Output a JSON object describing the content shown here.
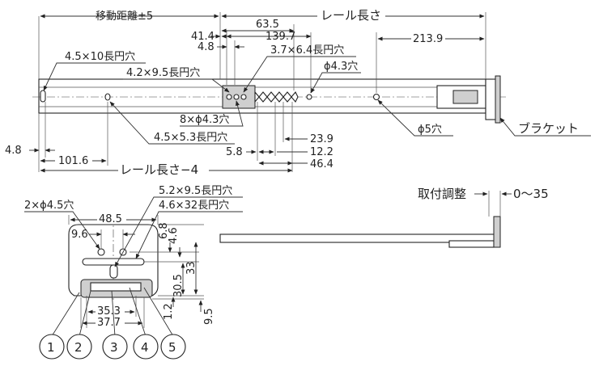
{
  "top_view": {
    "travel_label": "移動距離±5",
    "rail_length_label": "レール長さ",
    "dim_63_5": "63.5",
    "dim_41_4": "41.4",
    "dim_139_7": "139.7",
    "dim_4_8_top": "4.8",
    "dim_213_9": "213.9",
    "slot_4_5x10": "4.5×10長円穴",
    "slot_4_2x9_5": "4.2×9.5長円穴",
    "slot_3_7x6_4": "3.7×6.4長円穴",
    "hole_4_3": "ϕ4.3穴",
    "holes_8x4_3": "8×ϕ4.3穴",
    "slot_4_5x5_3": "4.5×5.3長円穴",
    "hole_5": "ϕ5穴",
    "bracket_label": "ブラケット",
    "dim_4_8_left": "4.8",
    "dim_101_6": "101.6",
    "dim_23_9": "23.9",
    "dim_5_8": "5.8",
    "dim_12_2": "12.2",
    "dim_46_4": "46.4",
    "rail_length_minus_4": "レール長さ−4"
  },
  "section_view": {
    "holes_2x4_5": "2×ϕ4.5穴",
    "slot_5_2x9_5": "5.2×9.5長円穴",
    "slot_4_6x32": "4.6×32長円穴",
    "dim_48_5": "48.5",
    "dim_9_6": "9.6",
    "dim_6_8": "6.8",
    "dim_4_6": "4.6",
    "dim_30_5": "30.5",
    "dim_33": "33",
    "dim_35_3": "35.3",
    "dim_37_7": "37.7",
    "dim_1_2": "1.2",
    "dim_9_5": "9.5"
  },
  "side_view": {
    "adjust_label": "取付調整",
    "adjust_range": "0〜35"
  },
  "callouts": [
    "1",
    "2",
    "3",
    "4",
    "5"
  ]
}
